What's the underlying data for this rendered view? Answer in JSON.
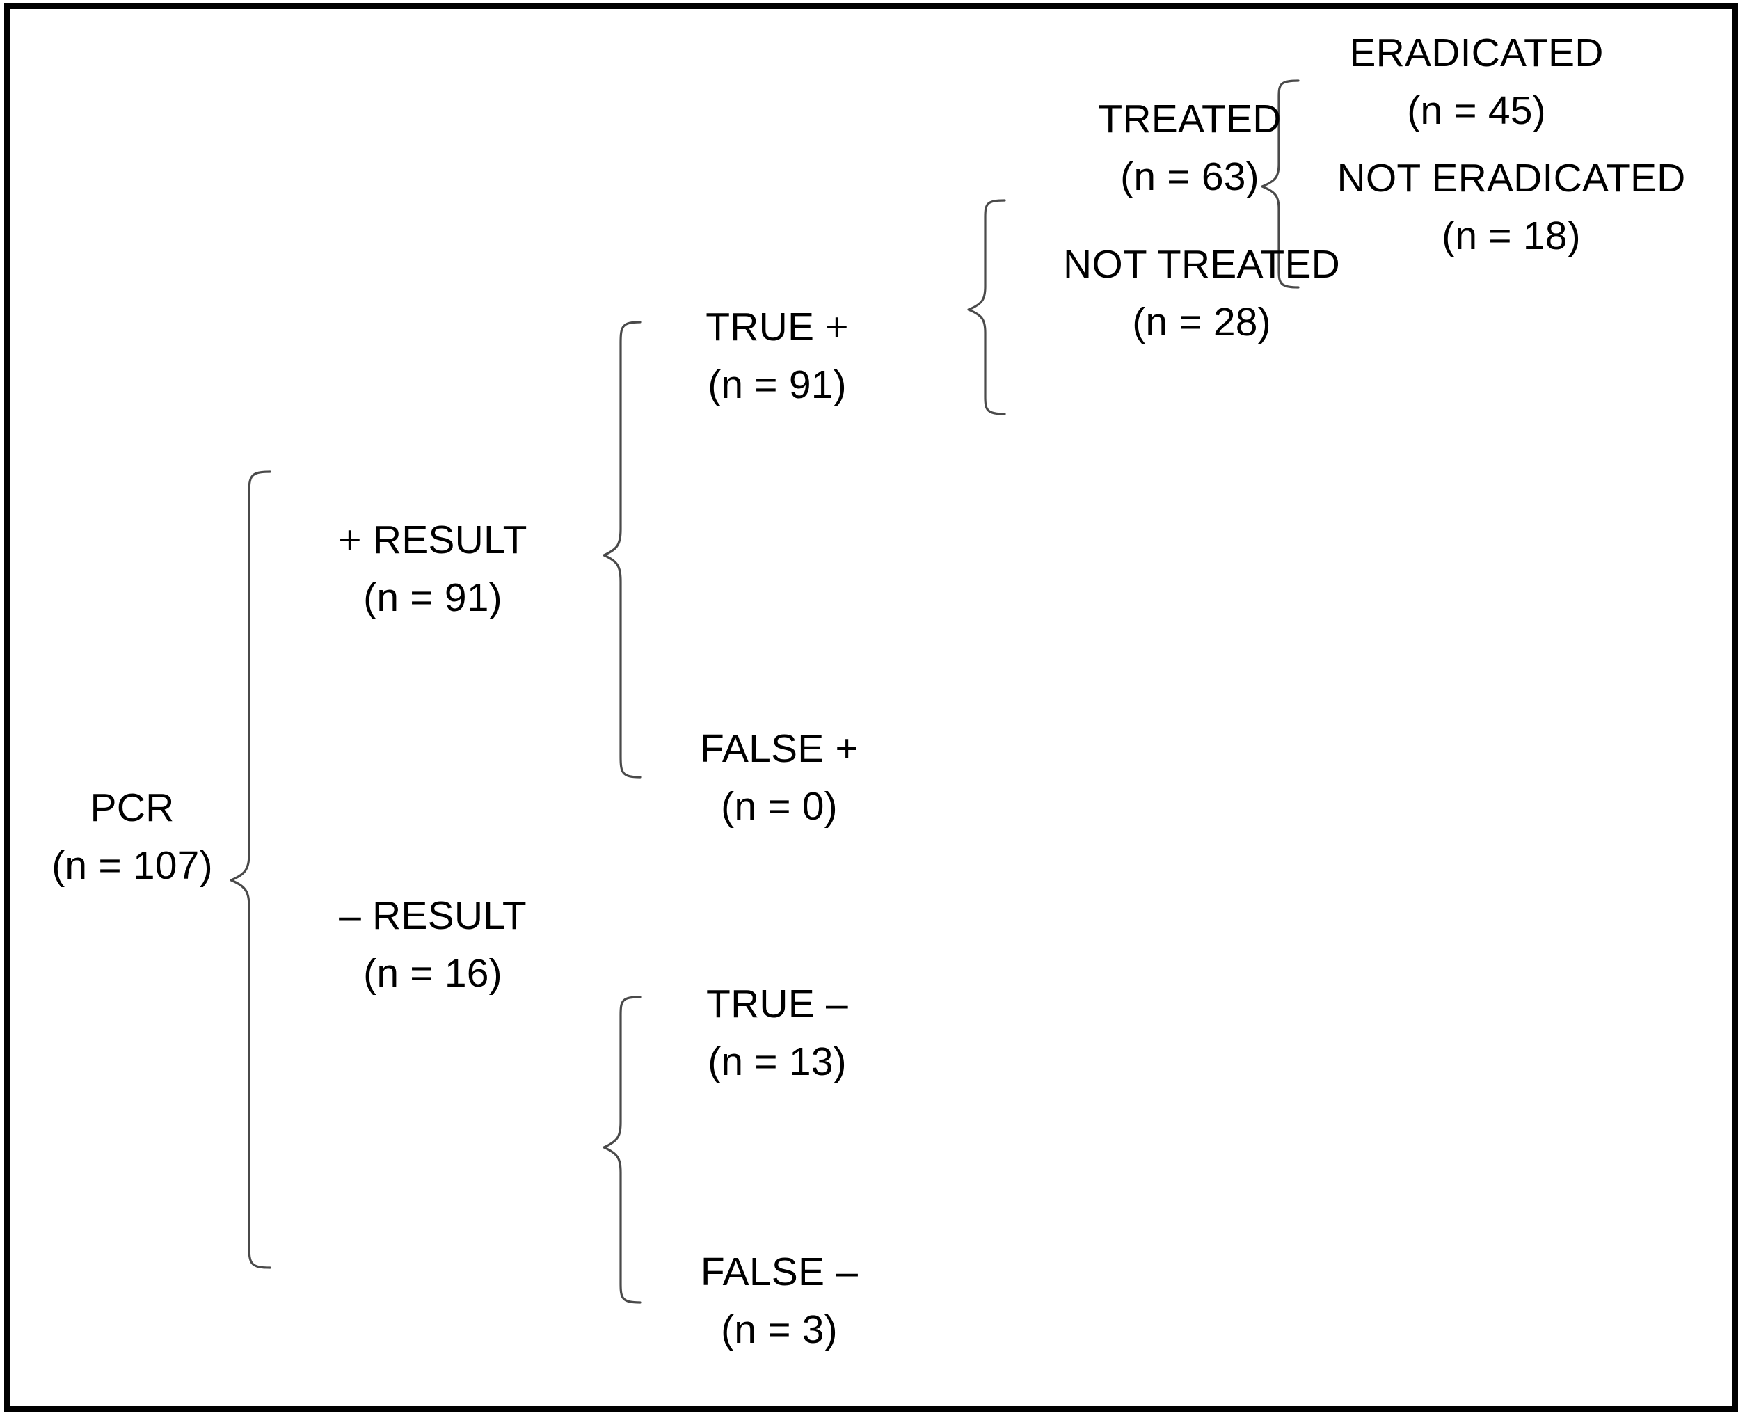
{
  "figure": {
    "type": "flow-diagram",
    "title": "PCR testing and treatment outcome flow diagram",
    "frame_color": "#000000",
    "brace_color": "#4a4a4a",
    "text_color": "#000000"
  },
  "nodes": {
    "pcr": {
      "label": "PCR",
      "count": "(n = 107)"
    },
    "pos_result": {
      "label": "+ RESULT",
      "count": "(n = 91)"
    },
    "neg_result": {
      "label": "– RESULT",
      "count": "(n = 16)"
    },
    "true_pos": {
      "label": "TRUE +",
      "count": "(n = 91)"
    },
    "false_pos": {
      "label": "FALSE +",
      "count": "(n = 0)"
    },
    "true_neg": {
      "label": "TRUE –",
      "count": "(n = 13)"
    },
    "false_neg": {
      "label": "FALSE –",
      "count": "(n = 3)"
    },
    "treated": {
      "label": "TREATED",
      "count": "(n = 63)"
    },
    "not_treated": {
      "label": "NOT TREATED",
      "count": "(n = 28)"
    },
    "eradicated": {
      "label": "ERADICATED",
      "count": "(n = 45)"
    },
    "not_eradicated": {
      "label": "NOT ERADICATED",
      "count": "(n = 18)"
    }
  },
  "chart_data": {
    "type": "table",
    "title": "PCR testing and treatment outcome flow",
    "root": "PCR",
    "root_n": 107,
    "tree": [
      {
        "name": "PCR",
        "n": 107,
        "level": 0,
        "children": [
          {
            "name": "+ RESULT",
            "n": 91,
            "level": 1,
            "children": [
              {
                "name": "TRUE +",
                "n": 91,
                "level": 2,
                "children": [
                  {
                    "name": "TREATED",
                    "n": 63,
                    "level": 3,
                    "children": [
                      {
                        "name": "ERADICATED",
                        "n": 45,
                        "level": 4,
                        "children": []
                      },
                      {
                        "name": "NOT ERADICATED",
                        "n": 18,
                        "level": 4,
                        "children": []
                      }
                    ]
                  },
                  {
                    "name": "NOT TREATED",
                    "n": 28,
                    "level": 3,
                    "children": []
                  }
                ]
              },
              {
                "name": "FALSE +",
                "n": 0,
                "level": 2,
                "children": []
              }
            ]
          },
          {
            "name": "– RESULT",
            "n": 16,
            "level": 1,
            "children": [
              {
                "name": "TRUE –",
                "n": 13,
                "level": 2,
                "children": []
              },
              {
                "name": "FALSE –",
                "n": 3,
                "level": 2,
                "children": []
              }
            ]
          }
        ]
      }
    ],
    "categories": [
      "PCR",
      "+ RESULT",
      "– RESULT",
      "TRUE +",
      "FALSE +",
      "TRUE –",
      "FALSE –",
      "TREATED",
      "NOT TREATED",
      "ERADICATED",
      "NOT ERADICATED"
    ],
    "values": [
      107,
      91,
      16,
      91,
      0,
      13,
      3,
      63,
      28,
      45,
      18
    ],
    "xlabel": "",
    "ylabel": "n",
    "legend": []
  }
}
